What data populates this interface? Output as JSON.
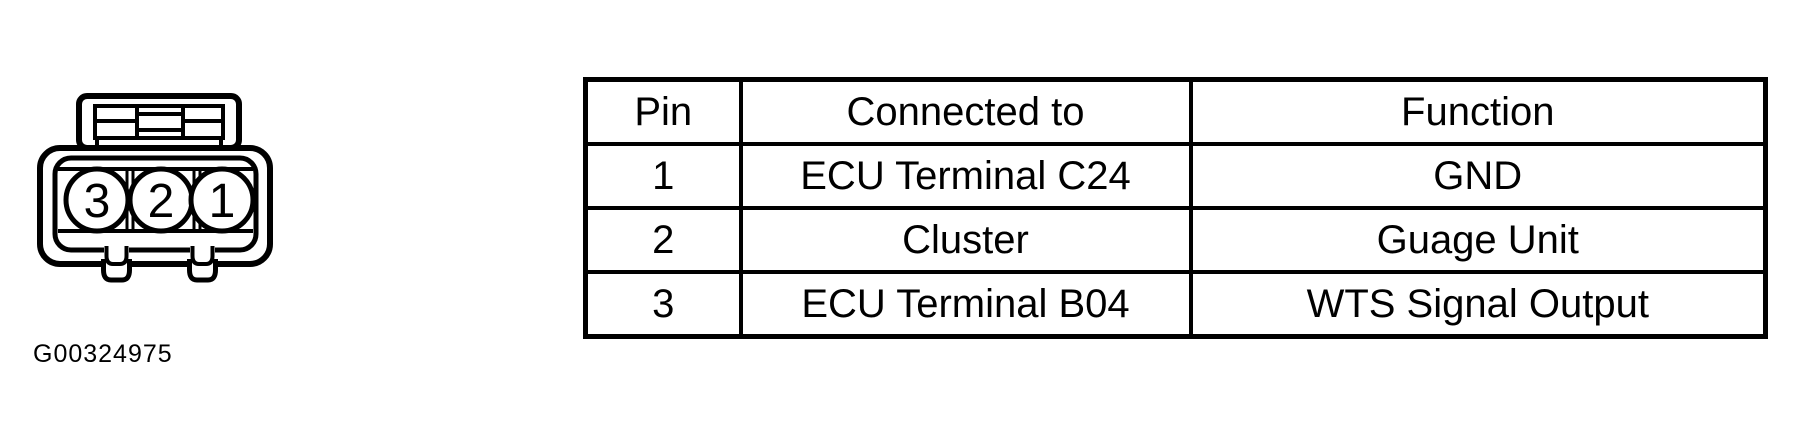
{
  "figure": {
    "code": "G00324975",
    "connector": {
      "description": "3-pin connector face view with latch on top and two index tabs on bottom",
      "pins": [
        "3",
        "2",
        "1"
      ]
    }
  },
  "pinout_table": {
    "headers": [
      "Pin",
      "Connected to",
      "Function"
    ],
    "rows": [
      {
        "pin": "1",
        "connected_to": "ECU Terminal C24",
        "function": "GND"
      },
      {
        "pin": "2",
        "connected_to": "Cluster",
        "function": "Guage Unit"
      },
      {
        "pin": "3",
        "connected_to": "ECU Terminal B04",
        "function": "WTS Signal Output"
      }
    ]
  },
  "colors": {
    "ink": "#000000",
    "background": "#ffffff"
  }
}
